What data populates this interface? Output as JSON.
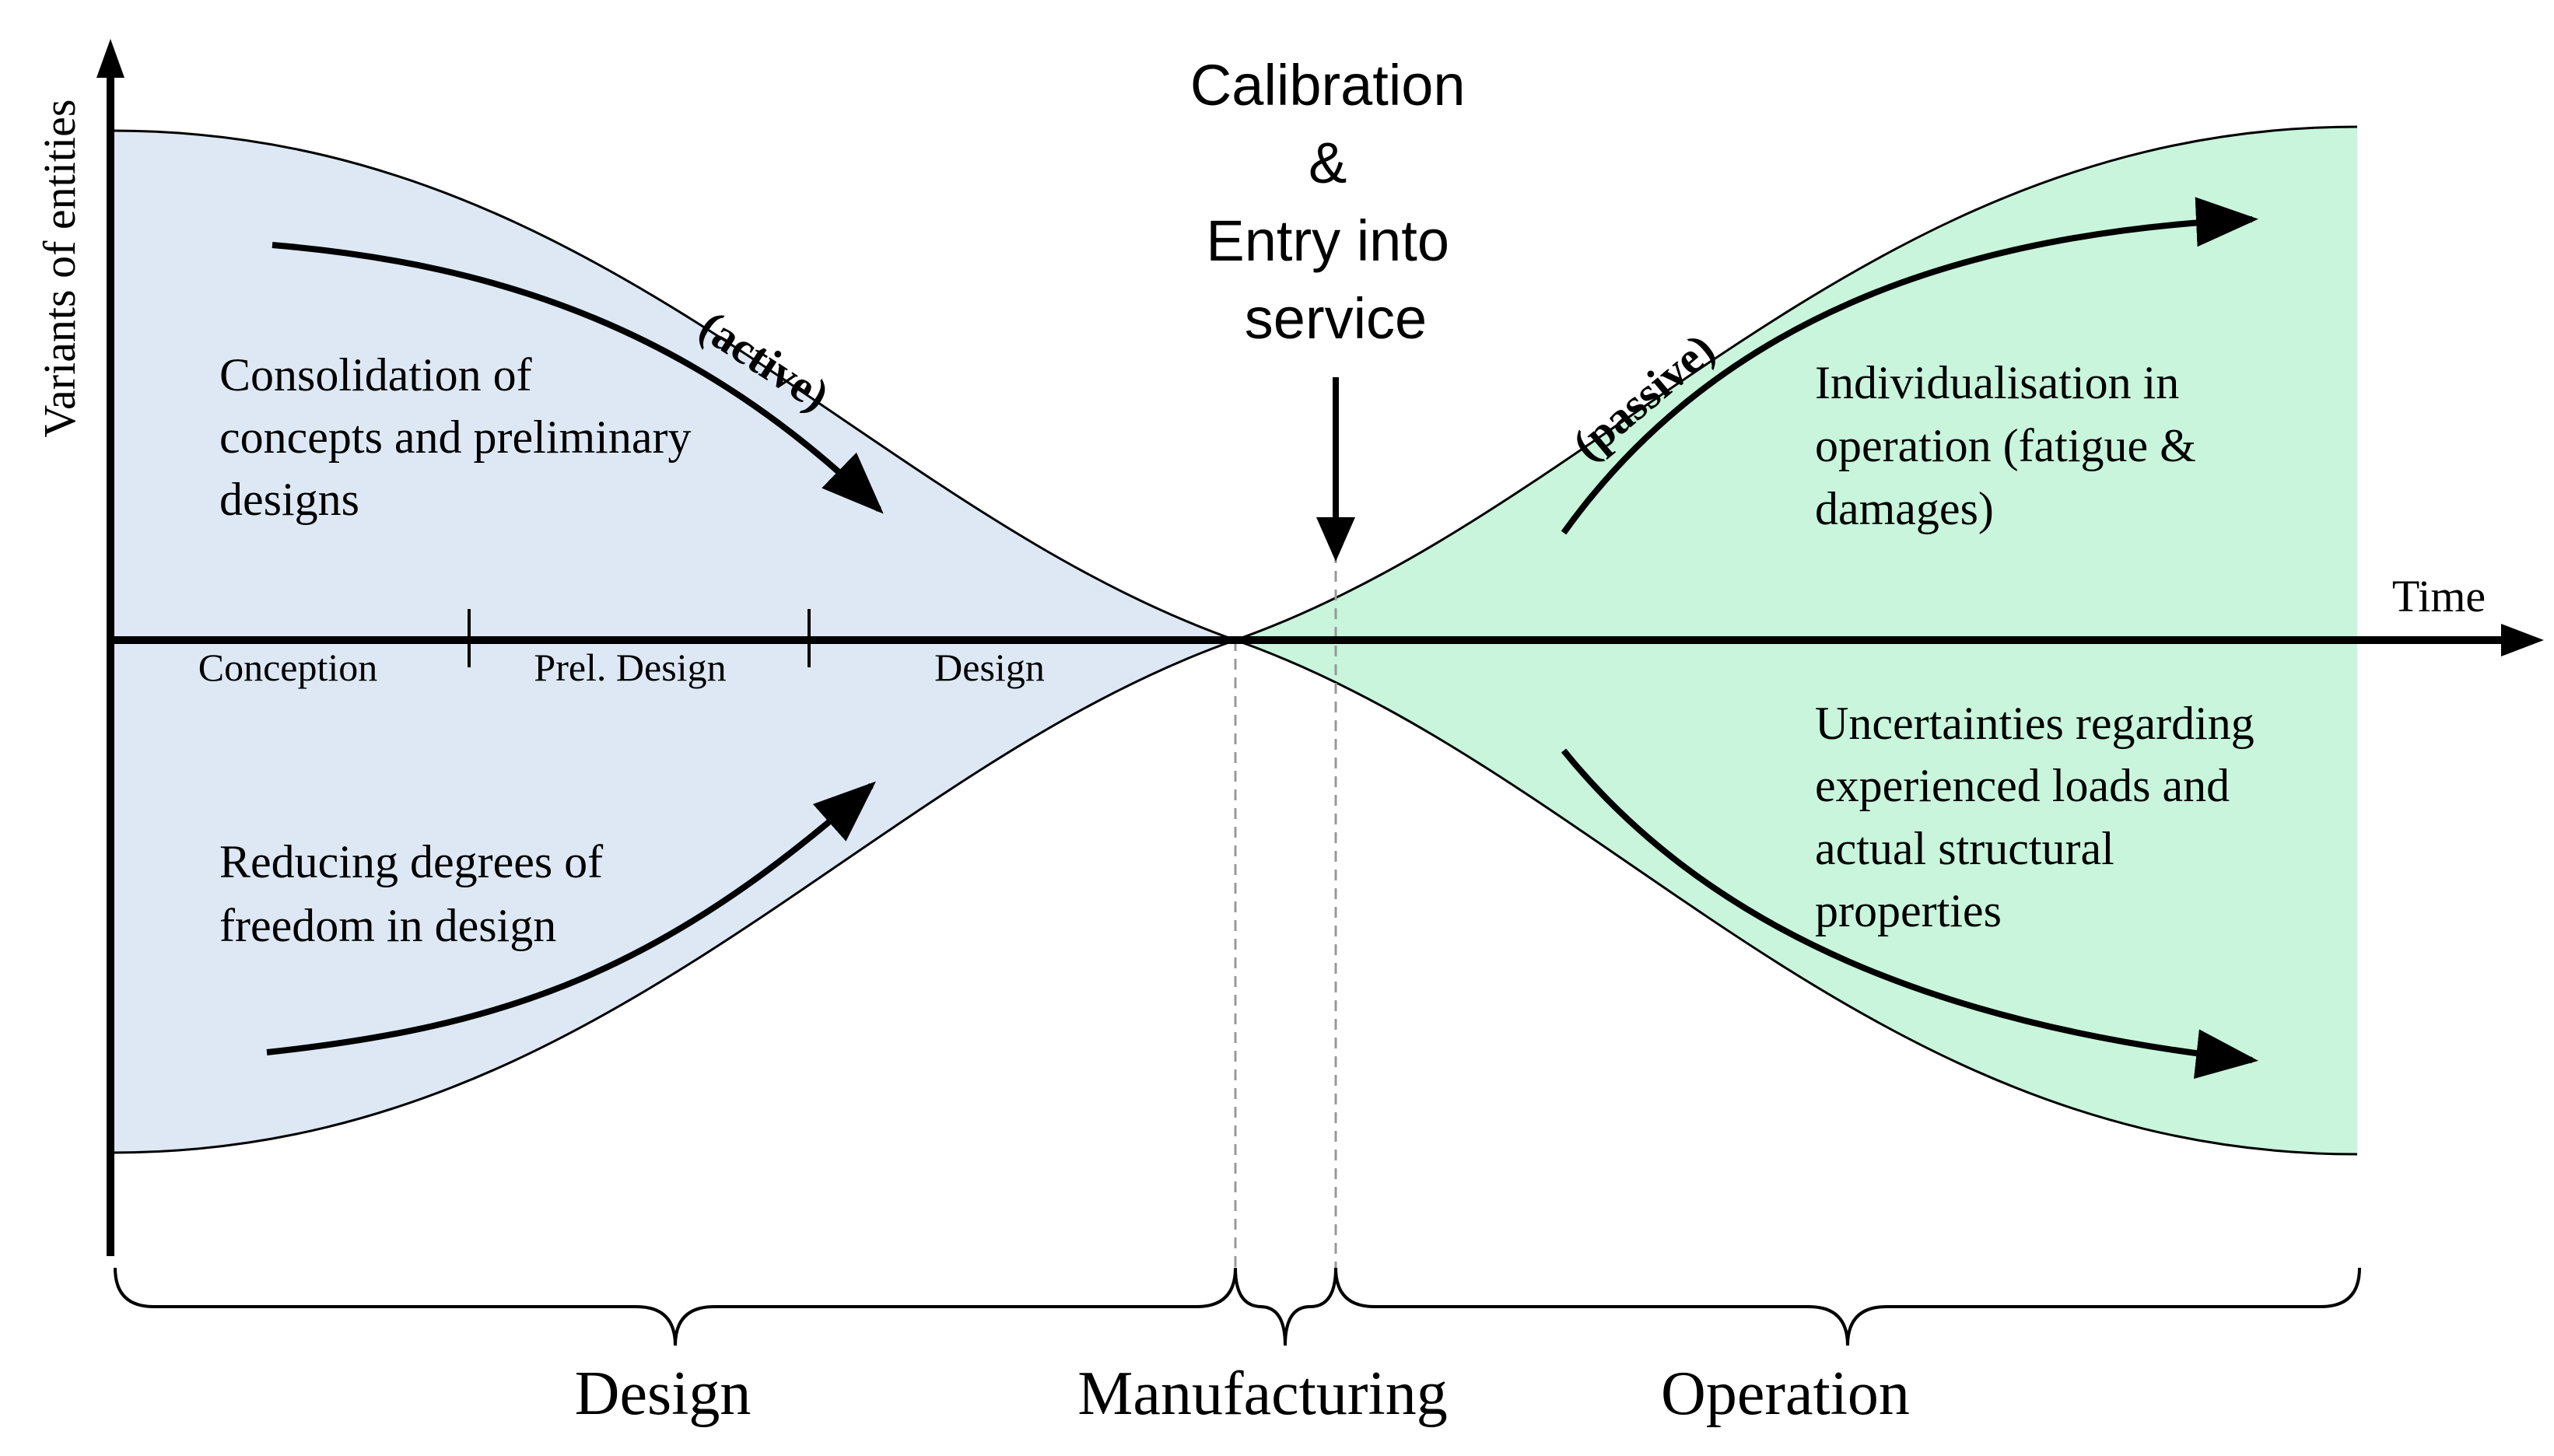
{
  "axes": {
    "y_label": "Variants of entities",
    "x_label": "Time"
  },
  "phase_ticks": [
    "Conception",
    "Prel. Design",
    "Design"
  ],
  "left_region": {
    "fill_color": "#dde8f4",
    "top_text": [
      "Consolidation of",
      "concepts and preliminary",
      "designs"
    ],
    "top_arrow_label": "(active)",
    "bottom_text": [
      "Reducing degrees of",
      "freedom in design"
    ]
  },
  "right_region": {
    "fill_color": "#c8f5dc",
    "top_text": [
      "Individualisation in",
      "operation (fatigue &",
      "damages)"
    ],
    "top_arrow_label": "(passive)",
    "bottom_text": [
      "Uncertainties regarding",
      "experienced loads and",
      "actual structural",
      "properties"
    ]
  },
  "callout": {
    "lines": [
      "Calibration",
      "&",
      "Entry into",
      "service"
    ]
  },
  "braces": [
    "Design",
    "Manufacturing",
    "Operation"
  ]
}
